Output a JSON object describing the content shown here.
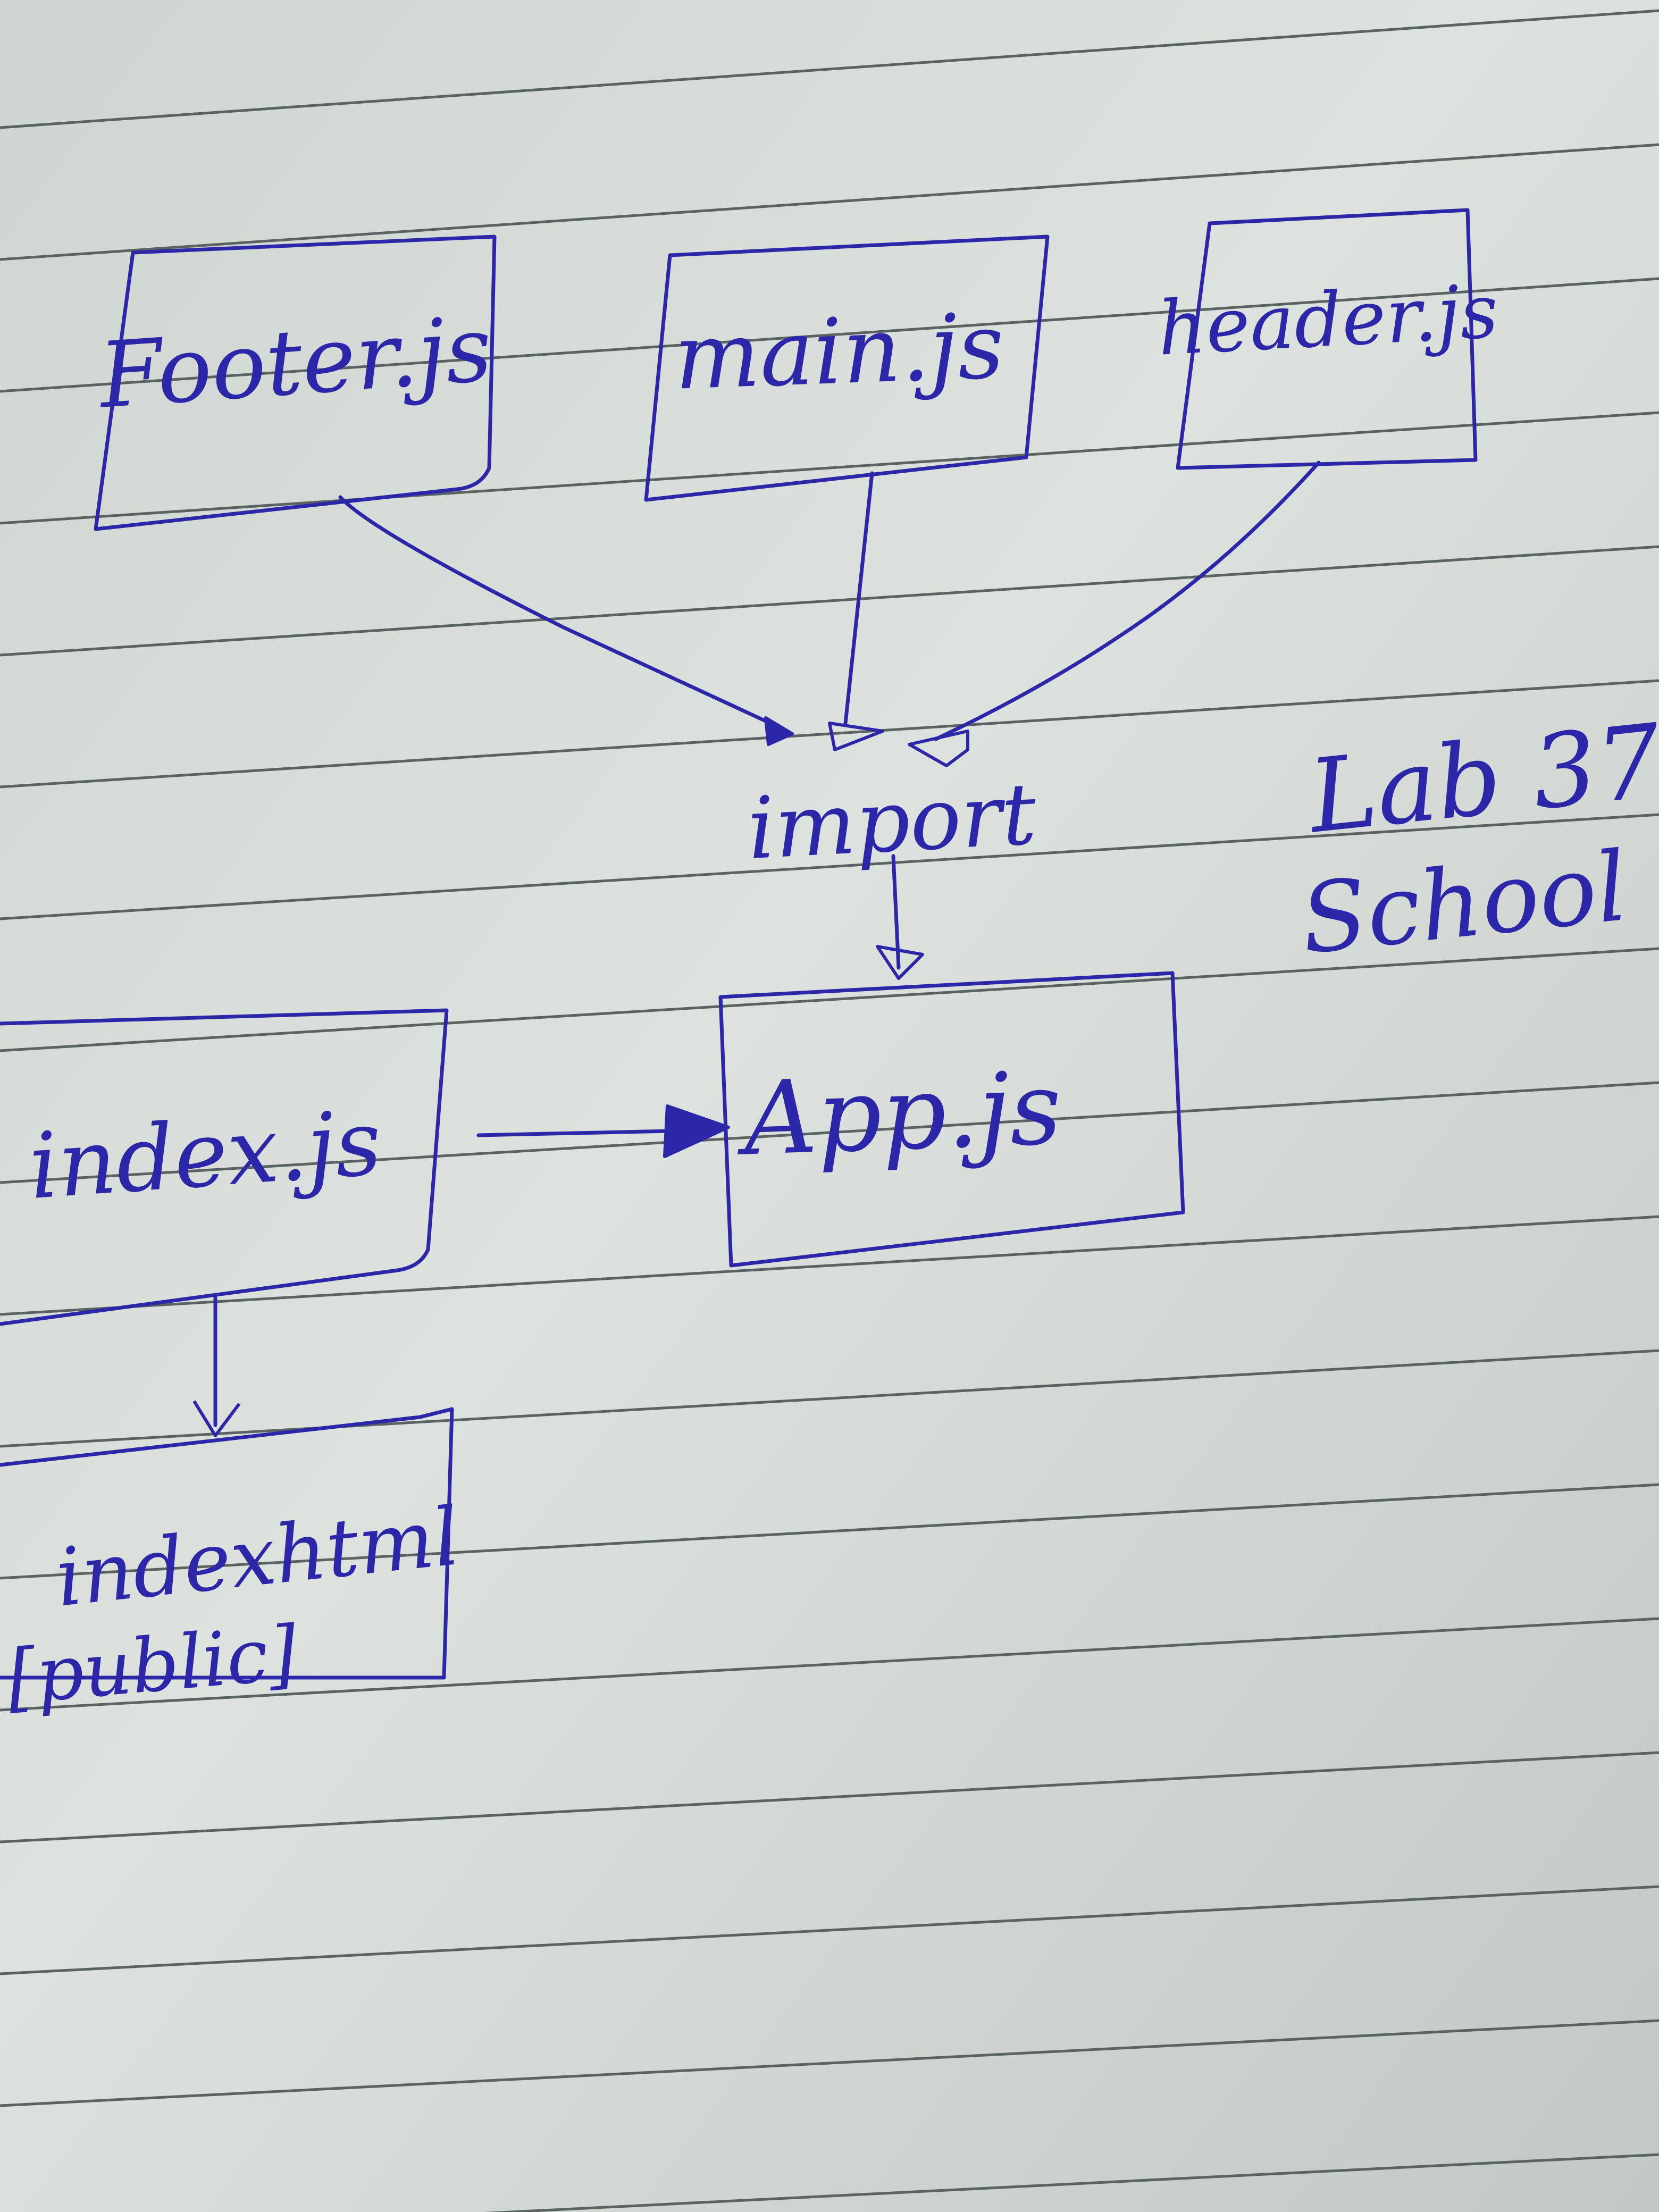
{
  "colors": {
    "paper": "#d6dbd7",
    "paper_shade": "#c5cbc7",
    "rule_line": "#5a6361",
    "ink": "#2b27a8"
  },
  "nodes": {
    "footer": {
      "label": "Footer.js"
    },
    "main": {
      "label": "main.js"
    },
    "header": {
      "label": "header.js"
    },
    "app": {
      "label": "App.js"
    },
    "index_js": {
      "label": "index.js"
    },
    "index_html": {
      "label": "indexhtml",
      "sublabel": "[public]"
    }
  },
  "edges": {
    "import_label": "import"
  },
  "note": {
    "line1": "Lab 37",
    "line2": "School"
  }
}
